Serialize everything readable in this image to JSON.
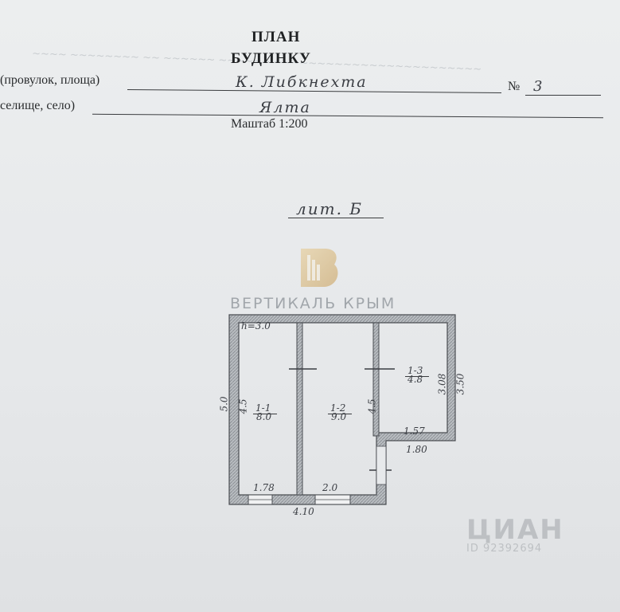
{
  "header": {
    "title_line1": "ПЛАН",
    "title_line2": "БУДИНКУ",
    "street_label": "(провулок, площа)",
    "street_value": "К. Либкнехта",
    "number_label": "№",
    "number_value": "3",
    "settlement_label": "селище, село)",
    "settlement_value": "Ялта",
    "scale": "Маштаб  1:200"
  },
  "plan": {
    "letter": "лит. Б",
    "ceiling_height": "h=3.0",
    "rooms": [
      {
        "id": "1-1",
        "area": "8.0"
      },
      {
        "id": "1-2",
        "area": "9.0"
      },
      {
        "id": "1-3",
        "area": "4.8"
      }
    ],
    "dimensions": {
      "outer_left": "5.0",
      "inner_left": "4.5",
      "middle_wall": "4.5",
      "room3_height": "3.08",
      "outer_right": "3.50",
      "room3_width": "1.57",
      "step_width": "1.80",
      "room1_width": "1.78",
      "room2_width": "2.0",
      "total_width": "4.10"
    }
  },
  "watermarks": {
    "agency": "ВЕРТИКАЛЬ КРЫМ",
    "portal": "ЦИАН",
    "listing_id": "ID 92392694"
  }
}
